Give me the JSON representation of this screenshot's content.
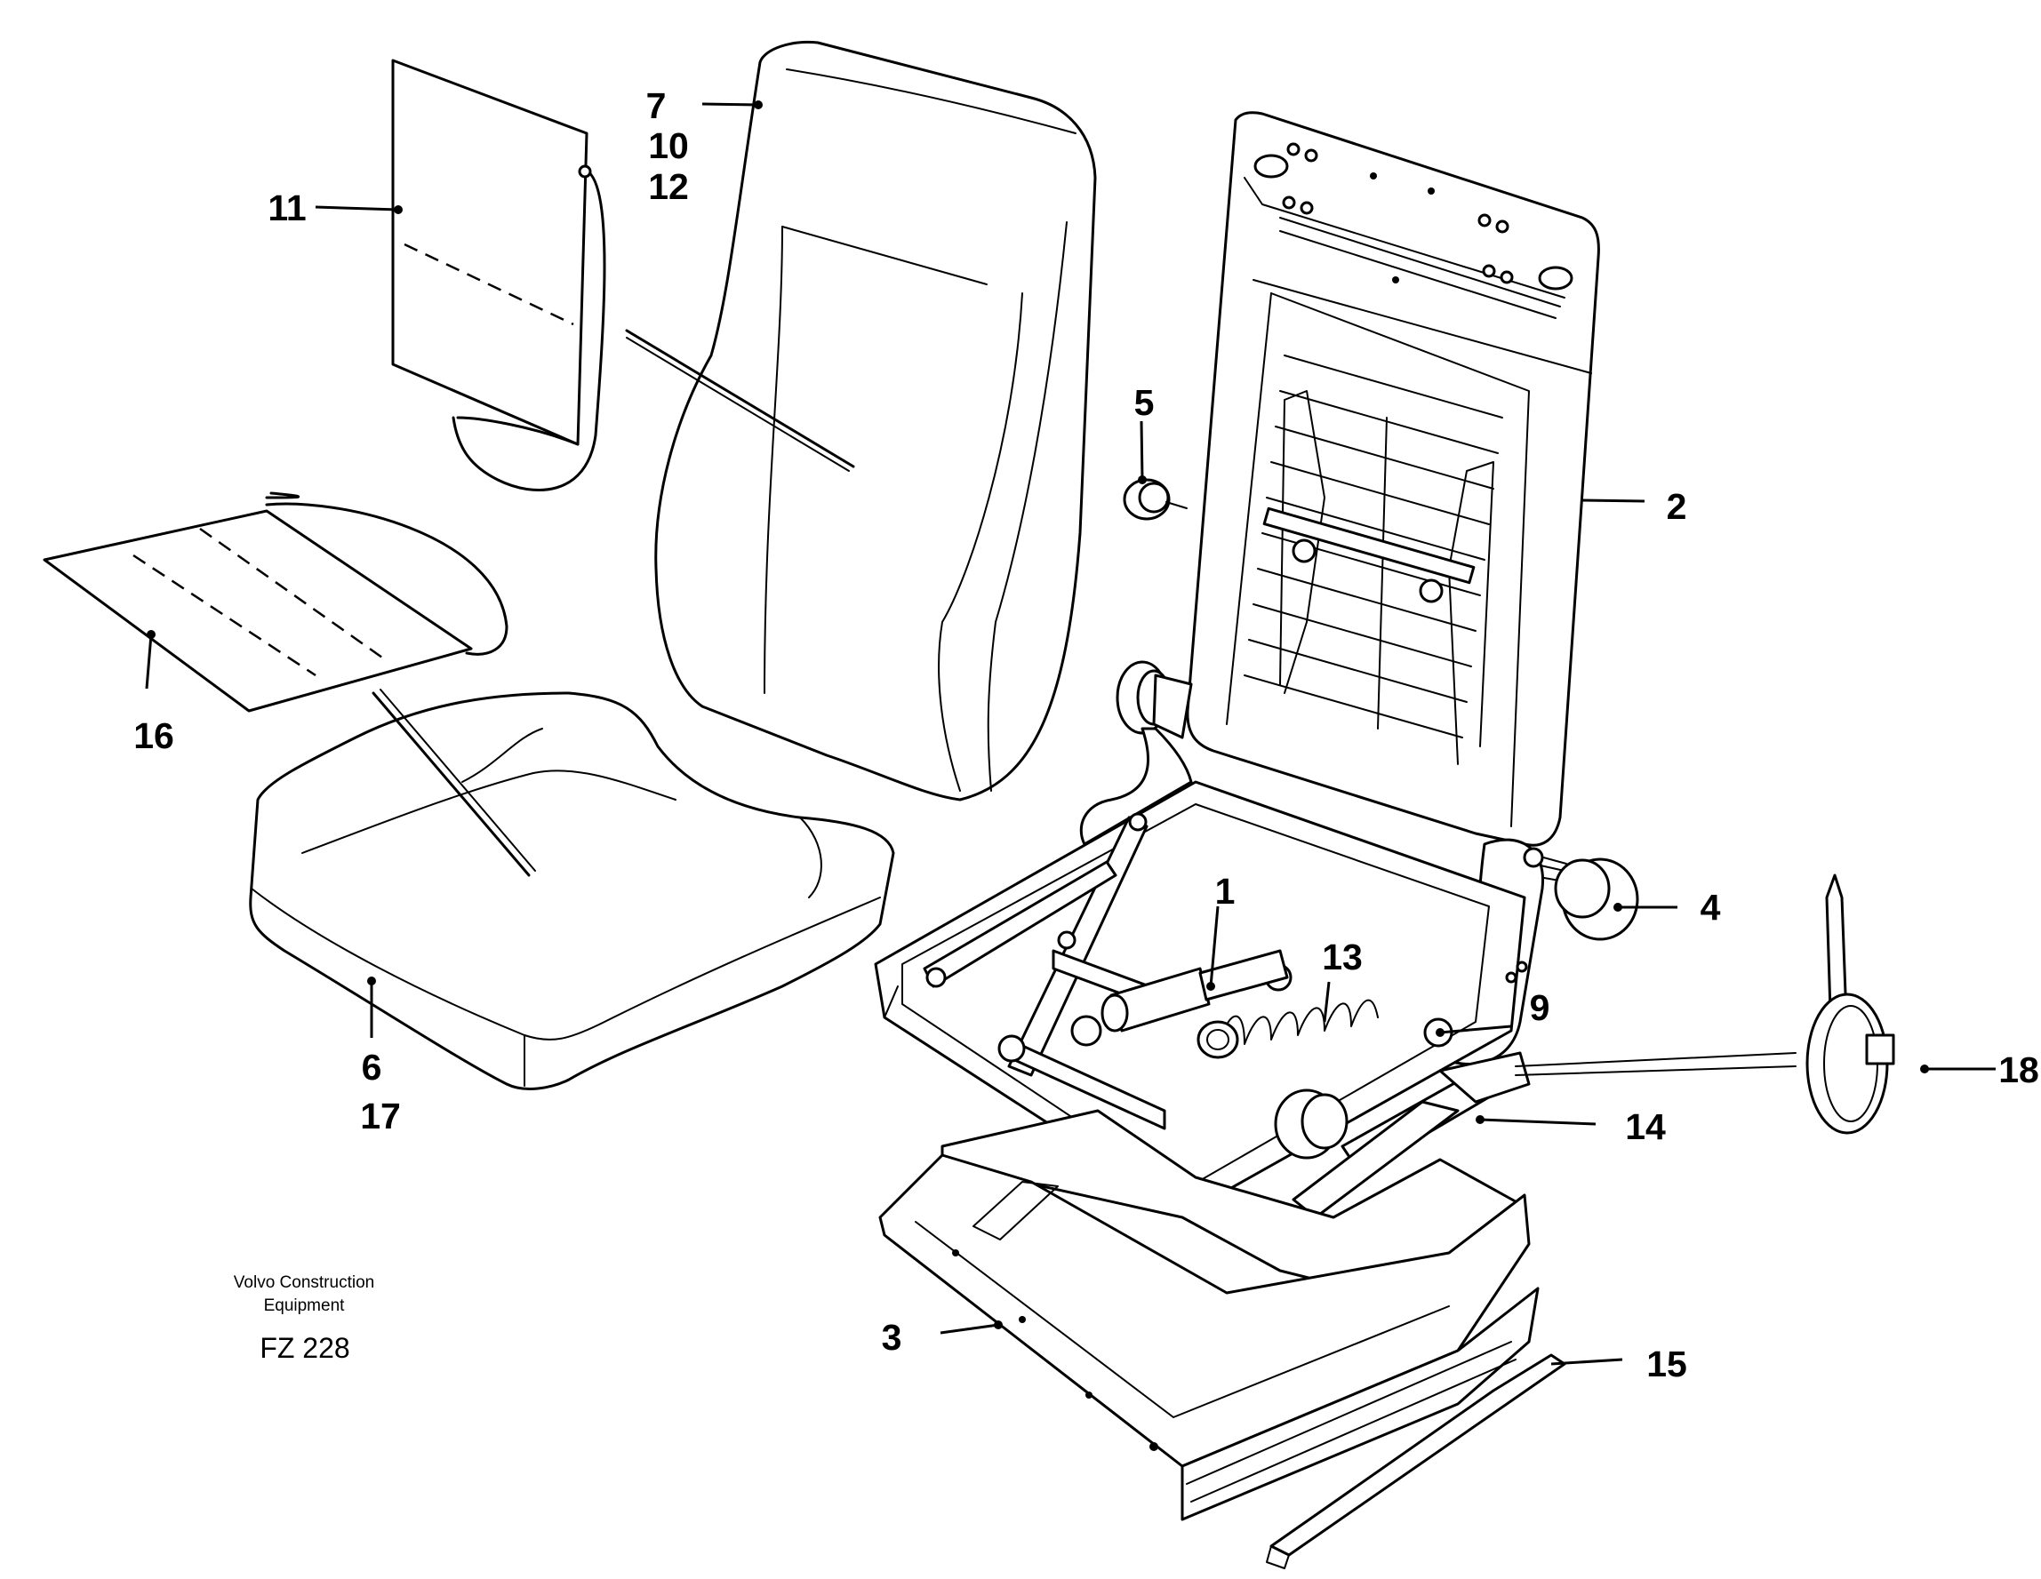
{
  "labels": {
    "l1": "1",
    "l2": "2",
    "l3": "3",
    "l4": "4",
    "l5": "5",
    "l6": "6",
    "l7": "7",
    "l9": "9",
    "l10": "10",
    "l11": "11",
    "l12": "12",
    "l13": "13",
    "l14": "14",
    "l15": "15",
    "l16": "16",
    "l17": "17",
    "l18": "18"
  },
  "footer": {
    "company_line1": "Volvo Construction",
    "company_line2": "Equipment",
    "code": "FZ 228"
  }
}
